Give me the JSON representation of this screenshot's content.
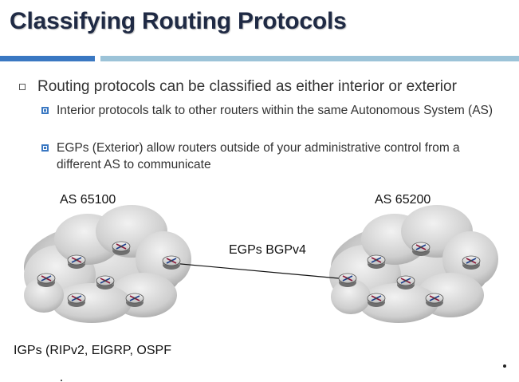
{
  "slide": {
    "title": "Classifying Routing Protocols",
    "accent_color": "#3a78c2",
    "accent_light": "#9cc3d8",
    "bullets": [
      {
        "text": "Routing protocols can be classified as either interior or exterior",
        "children": [
          "Interior protocols talk to other routers within the same Autonomous System (AS)",
          "EGPs (Exterior) allow routers outside of your administrative control from a different AS to communicate"
        ]
      }
    ]
  },
  "diagram": {
    "left_cloud_label": "AS 65100",
    "right_cloud_label": "AS 65200",
    "link_label": "EGPs BGPv4",
    "igp_label": "IGPs (RIPv2, EIGRP, OSPF",
    "router_icon": "router-icon",
    "cloud_icon": "cloud-icon"
  }
}
